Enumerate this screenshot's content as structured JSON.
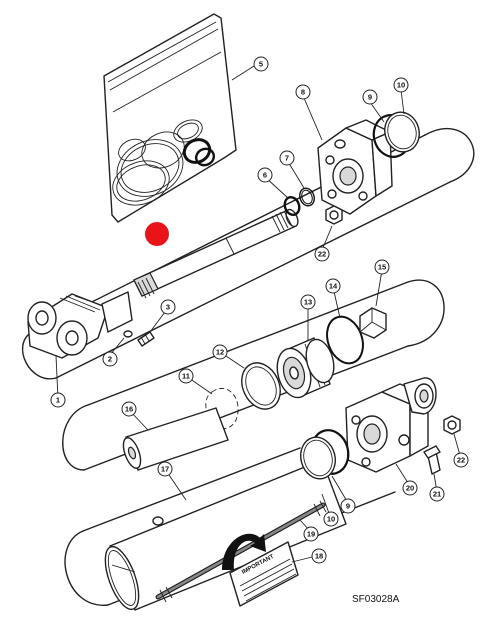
{
  "figure_code": "SF03028A",
  "decal_title": "IMPORTANT",
  "callouts": [
    {
      "id": "c1",
      "label": "1"
    },
    {
      "id": "c2",
      "label": "2"
    },
    {
      "id": "c3",
      "label": "3"
    },
    {
      "id": "c5",
      "label": "5"
    },
    {
      "id": "c6",
      "label": "6"
    },
    {
      "id": "c7",
      "label": "7"
    },
    {
      "id": "c8",
      "label": "8"
    },
    {
      "id": "c9a",
      "label": "9"
    },
    {
      "id": "c9b",
      "label": "9"
    },
    {
      "id": "c10a",
      "label": "10"
    },
    {
      "id": "c10b",
      "label": "10"
    },
    {
      "id": "c11",
      "label": "11"
    },
    {
      "id": "c12",
      "label": "12"
    },
    {
      "id": "c13",
      "label": "13"
    },
    {
      "id": "c14",
      "label": "14"
    },
    {
      "id": "c15",
      "label": "15"
    },
    {
      "id": "c16",
      "label": "16"
    },
    {
      "id": "c17",
      "label": "17"
    },
    {
      "id": "c18",
      "label": "18"
    },
    {
      "id": "c19",
      "label": "19"
    },
    {
      "id": "c20",
      "label": "20"
    },
    {
      "id": "c21",
      "label": "21"
    },
    {
      "id": "c22a",
      "label": "22"
    },
    {
      "id": "c22b",
      "label": "22"
    }
  ]
}
